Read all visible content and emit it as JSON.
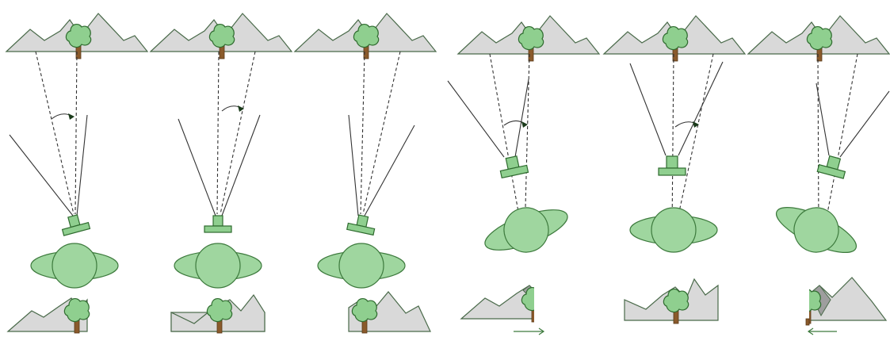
{
  "figure": {
    "panel_count": 6,
    "colors": {
      "mountain_fill": "#d9d9d9",
      "mountain_shadow": "#9e9e9e",
      "tree_green": "#8fcf8f",
      "trunk_brown": "#8a5a2b",
      "person_green": "#9fd69f",
      "outline_green": "#2f6b2f",
      "ray_color": "#333333"
    },
    "icons": [
      "mountain-range-icon",
      "tree-icon",
      "camera-icon",
      "person-topview-icon",
      "rotation-arrow-icon",
      "motion-arrow-icon"
    ],
    "panels": [
      {
        "kind": "camera-rotation",
        "bottom_view": "cropped-tree-at-edge",
        "motion": "none"
      },
      {
        "kind": "camera-rotation",
        "bottom_view": "tree-centered",
        "motion": "none"
      },
      {
        "kind": "camera-rotation",
        "bottom_view": "tree-left",
        "motion": "none"
      },
      {
        "kind": "body-rotation",
        "bottom_view": "shifted-left",
        "motion": "right"
      },
      {
        "kind": "body-rotation",
        "bottom_view": "tree-centered",
        "motion": "none"
      },
      {
        "kind": "body-rotation",
        "bottom_view": "shifted-right",
        "motion": "left"
      }
    ]
  }
}
